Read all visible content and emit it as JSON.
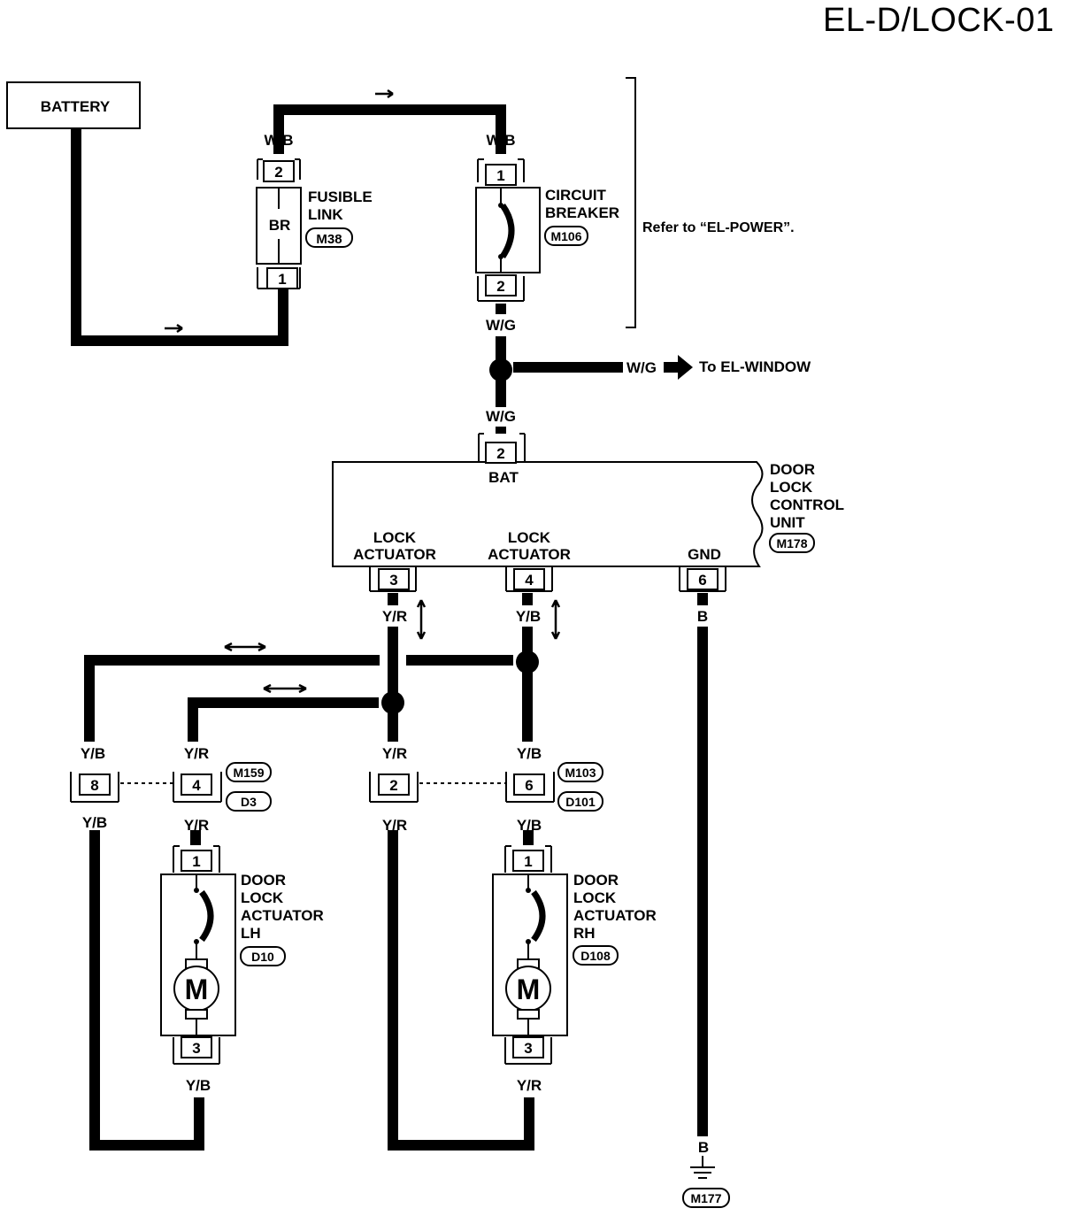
{
  "page": {
    "title": "EL-D/LOCK-01"
  },
  "battery": {
    "label": "BATTERY"
  },
  "fusible_link": {
    "name_line1": "FUSIBLE",
    "name_line2": "LINK",
    "connector": "M38",
    "wire_color_top": "W/B",
    "pin_top": "2",
    "body_label": "BR",
    "pin_bottom": "1"
  },
  "circuit_breaker": {
    "name_line1": "CIRCUIT",
    "name_line2": "BREAKER",
    "connector": "M106",
    "wire_color_top": "W/B",
    "pin_top": "1",
    "pin_bottom": "2",
    "wire_color_bottom": "W/G"
  },
  "power_note": "Refer to “EL-POWER”.",
  "branch": {
    "wire_color": "W/G",
    "destination": "To EL-WINDOW",
    "wire_color_down": "W/G"
  },
  "control_unit": {
    "name_lines": [
      "DOOR",
      "LOCK",
      "CONTROL",
      "UNIT"
    ],
    "connector": "M178",
    "bat_pin": "2",
    "bat_label": "BAT",
    "lock_actuator_1": {
      "line1": "LOCK",
      "line2": "ACTUATOR",
      "pin": "3",
      "wire_color": "Y/R"
    },
    "lock_actuator_2": {
      "line1": "LOCK",
      "line2": "ACTUATOR",
      "pin": "4",
      "wire_color": "Y/B"
    },
    "gnd": {
      "label": "GND",
      "pin": "6",
      "wire_color": "B"
    }
  },
  "connector_lh": {
    "ids": [
      "M159",
      "D3"
    ],
    "pin_a": "8",
    "pin_b": "4",
    "a_color_top": "Y/B",
    "a_color_bottom": "Y/B",
    "b_color_top": "Y/R",
    "b_color_bottom": "Y/R"
  },
  "connector_rh": {
    "ids": [
      "M103",
      "D101"
    ],
    "pin_a": "2",
    "pin_b": "6",
    "a_color_top": "Y/R",
    "a_color_bottom": "Y/R",
    "b_color_top": "Y/B",
    "b_color_bottom": "Y/B"
  },
  "actuator_lh": {
    "name_lines": [
      "DOOR",
      "LOCK",
      "ACTUATOR",
      "LH"
    ],
    "connector": "D10",
    "pin_top": "1",
    "pin_bottom": "3",
    "motor": "M",
    "wire_color_bottom": "Y/B"
  },
  "actuator_rh": {
    "name_lines": [
      "DOOR",
      "LOCK",
      "ACTUATOR",
      "RH"
    ],
    "connector": "D108",
    "pin_top": "1",
    "pin_bottom": "3",
    "motor": "M",
    "wire_color_bottom": "Y/R"
  },
  "ground": {
    "wire_color": "B",
    "connector": "M177"
  }
}
